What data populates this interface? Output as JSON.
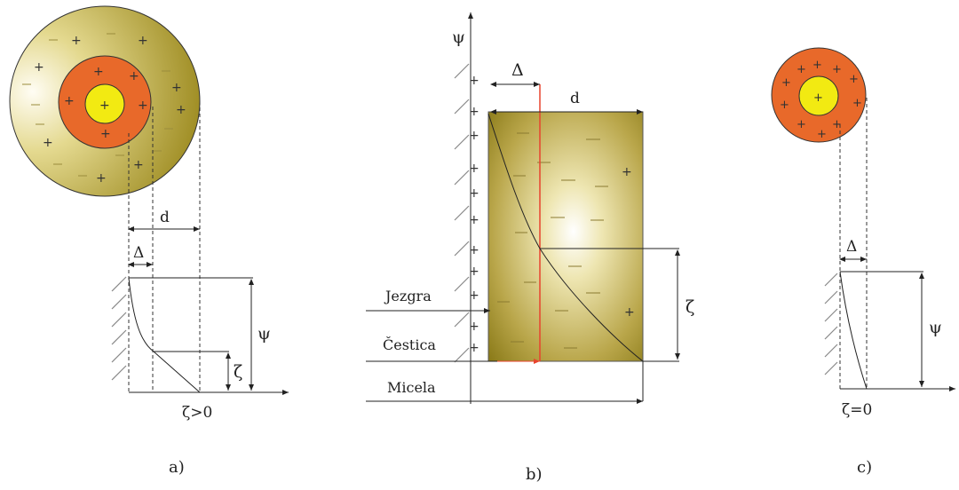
{
  "panel_labels": [
    "a)",
    "b)",
    "c)"
  ],
  "symbols": {
    "delta": "Δ",
    "d": "d",
    "psi": "ψ",
    "zeta": "ζ",
    "zeta_gt_zero": "ζ>0",
    "zeta_eq_zero": "ζ=0",
    "plus": "+"
  },
  "layer_labels": {
    "core": "Jezgra",
    "particle": "Čestica",
    "micelle": "Micela"
  },
  "colors": {
    "core_yellow": "#f2ea12",
    "inner_orange": "#e8692a",
    "diffuse_olive": "#a9982a",
    "diffuse_light": "#fdfbe8",
    "potential_line_red": "#e8432e"
  }
}
